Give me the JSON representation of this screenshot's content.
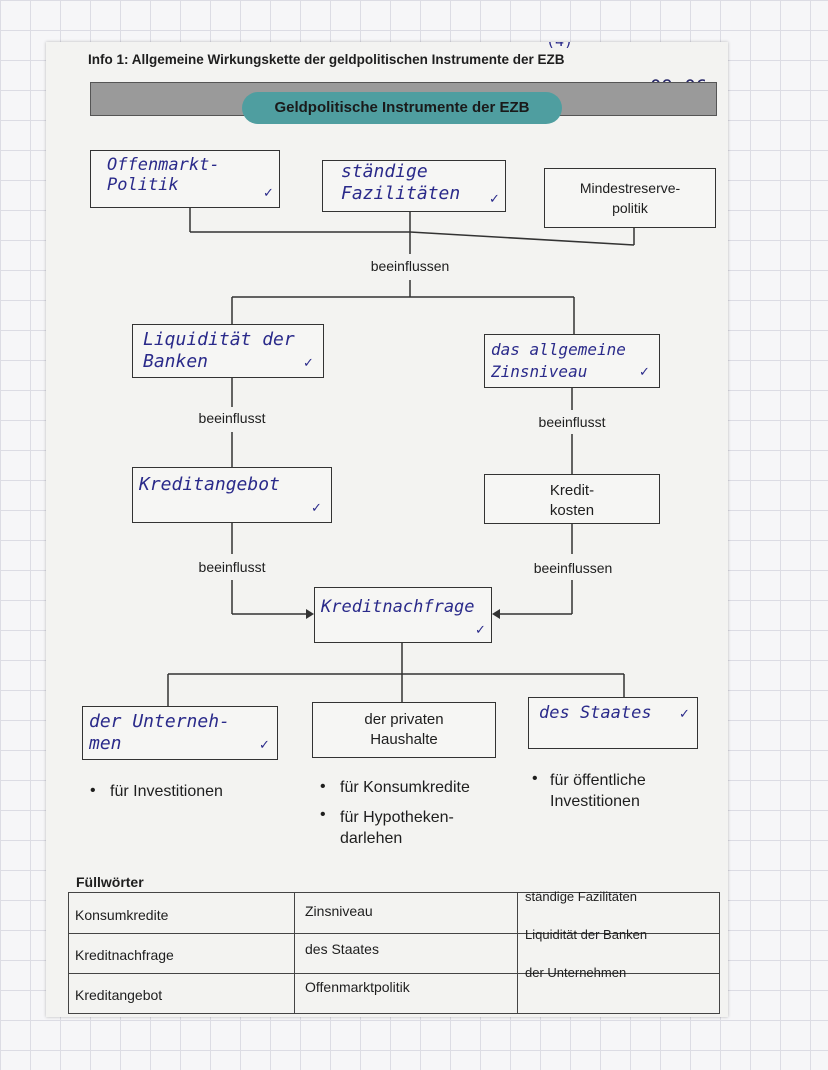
{
  "header": {
    "title": "Info 1: Allgemeine Wirkungskette der geldpolitischen Instrumente der EZB",
    "handwritten_date": "09.06.",
    "banner": "Geldpolitische Instrumente der EZB",
    "corner_mark": "(4)"
  },
  "instruments": {
    "offenmarkt": "Offenmarkt-\nPolitik",
    "fazilitaeten": "ständige\nFazilitäten",
    "mindestreserve": "Mindestreserve-\npolitik"
  },
  "connectors": {
    "beeinflussen_top": "beeinflussen",
    "beeinflusst_left1": "beeinflusst",
    "beeinflusst_right1": "beeinflusst",
    "beeinflusst_left2": "beeinflusst",
    "beeinflussen_right2": "beeinflussen"
  },
  "level2": {
    "liquiditaet": "Liquidität der\nBanken",
    "zinsniveau": "das allgemeine\nZinsniveau"
  },
  "level3": {
    "kreditangebot": "Kreditangebot",
    "kreditkosten": "Kredit-\nkosten"
  },
  "level4": {
    "kreditnachfrage": "Kreditnachfrage"
  },
  "actors": {
    "unternehmen": "der Unterneh-\nmen",
    "haushalte": "der privaten\nHaushalte",
    "staat": "des Staates"
  },
  "uses": {
    "unternehmen": "für Investitionen",
    "haushalte_1": "für Konsumkredite",
    "haushalte_2": "für Hypotheken-\ndarlehen",
    "staat": "für öffentliche\nInvestitionen"
  },
  "fill_words": {
    "title": "Füllwörter",
    "rows": [
      [
        "Konsumkredite",
        "Zinsniveau",
        "ständige Fazilitäten"
      ],
      [
        "Kreditnachfrage",
        "des Staates",
        "Liquidität der Banken"
      ],
      [
        "Kreditangebot",
        "Offenmarktpolitik",
        "der Unternehmen"
      ]
    ]
  },
  "tick_mark": "✓",
  "colors": {
    "ink": "#2a2a8a",
    "banner_teal": "#4f9ea0",
    "banner_gray": "#9a9a9a"
  }
}
